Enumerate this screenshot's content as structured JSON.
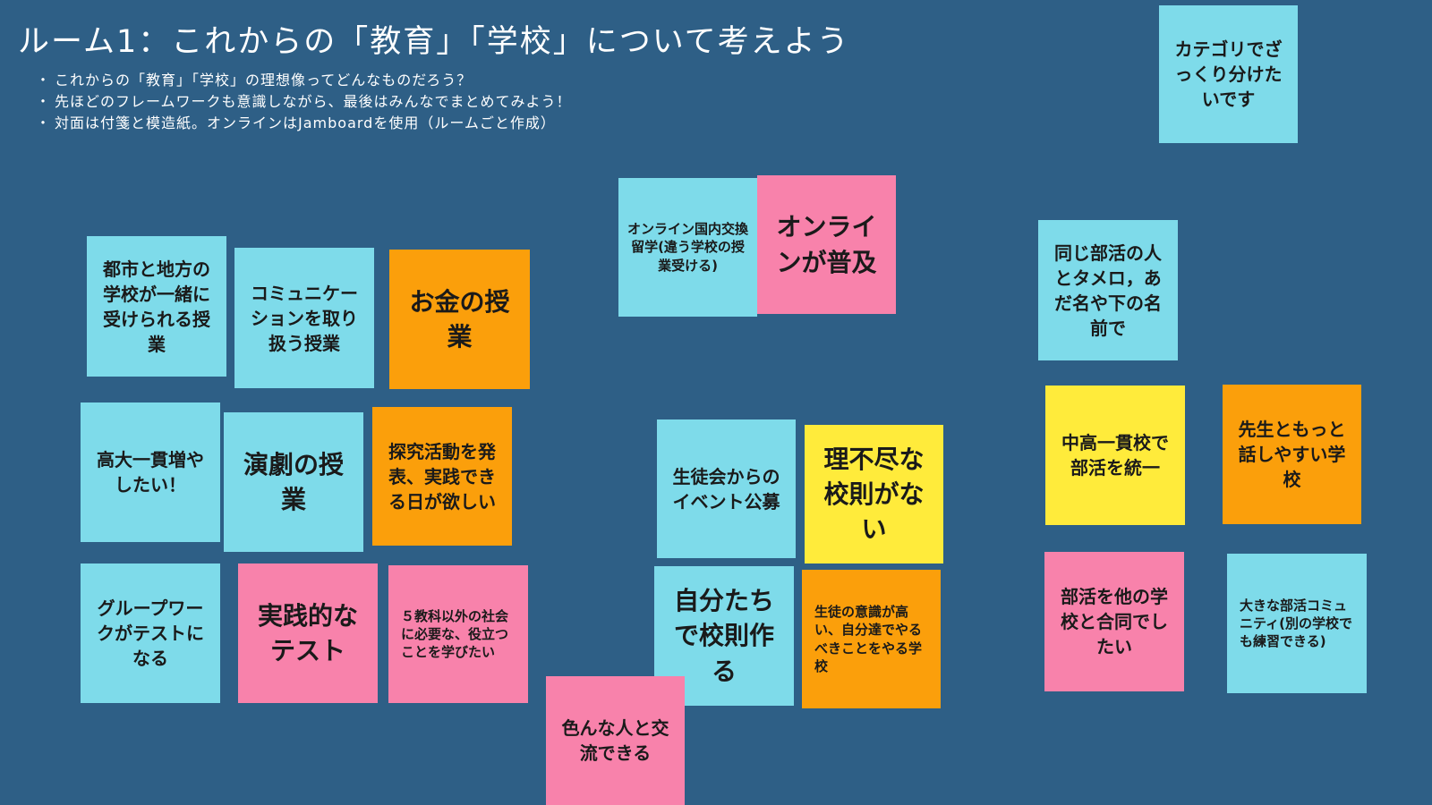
{
  "colors": {
    "background": "#2e5f86",
    "cyan": "#7edbea",
    "orange": "#fb9f0b",
    "pink": "#f882ab",
    "yellow": "#ffeb3b"
  },
  "header": {
    "title": "ルーム1：これからの「教育」「学校」について考えよう",
    "bullets": [
      "これからの「教育」「学校」の理想像ってどんなものだろう？",
      "先ほどのフレームワークも意識しながら、最後はみんなでまとめてみよう！",
      "対面は付箋と模造紙。オンラインはJamboardを使用（ルームごと作成）"
    ]
  },
  "notes": [
    {
      "text": "カテゴリでざっくり分けたいです",
      "color": "cyan"
    },
    {
      "text": "都市と地方の学校が一緒に受けられる授業",
      "color": "cyan"
    },
    {
      "text": "コミュニケーションを取り扱う授業",
      "color": "cyan"
    },
    {
      "text": "お金の授業",
      "color": "orange"
    },
    {
      "text": "オンライン国内交換留学(違う学校の授業受ける)",
      "color": "cyan"
    },
    {
      "text": "オンラインが普及",
      "color": "pink"
    },
    {
      "text": "同じ部活の人とタメロ，あだ名や下の名前で",
      "color": "cyan"
    },
    {
      "text": "高大一貫増やしたい！",
      "color": "cyan"
    },
    {
      "text": "演劇の授業",
      "color": "cyan"
    },
    {
      "text": "探究活動を発表、実践できる日が欲しい",
      "color": "orange"
    },
    {
      "text": "生徒会からのイベント公募",
      "color": "cyan"
    },
    {
      "text": "理不尽な校則がない",
      "color": "yellow"
    },
    {
      "text": "中高一貫校で部活を統一",
      "color": "yellow"
    },
    {
      "text": "先生ともっと話しやすい学校",
      "color": "orange"
    },
    {
      "text": "グループワークがテストになる",
      "color": "cyan"
    },
    {
      "text": "実践的なテスト",
      "color": "pink"
    },
    {
      "text": "５教科以外の社会に必要な、役立つことを学びたい",
      "color": "pink"
    },
    {
      "text": "自分たちで校則作る",
      "color": "cyan"
    },
    {
      "text": "生徒の意識が高い、自分達でやるべきことをやる学校",
      "color": "orange"
    },
    {
      "text": "部活を他の学校と合同でしたい",
      "color": "pink"
    },
    {
      "text": "大きな部活コミュニティ(別の学校でも練習できる)",
      "color": "cyan"
    },
    {
      "text": "色んな人と交流できる",
      "color": "pink"
    }
  ]
}
